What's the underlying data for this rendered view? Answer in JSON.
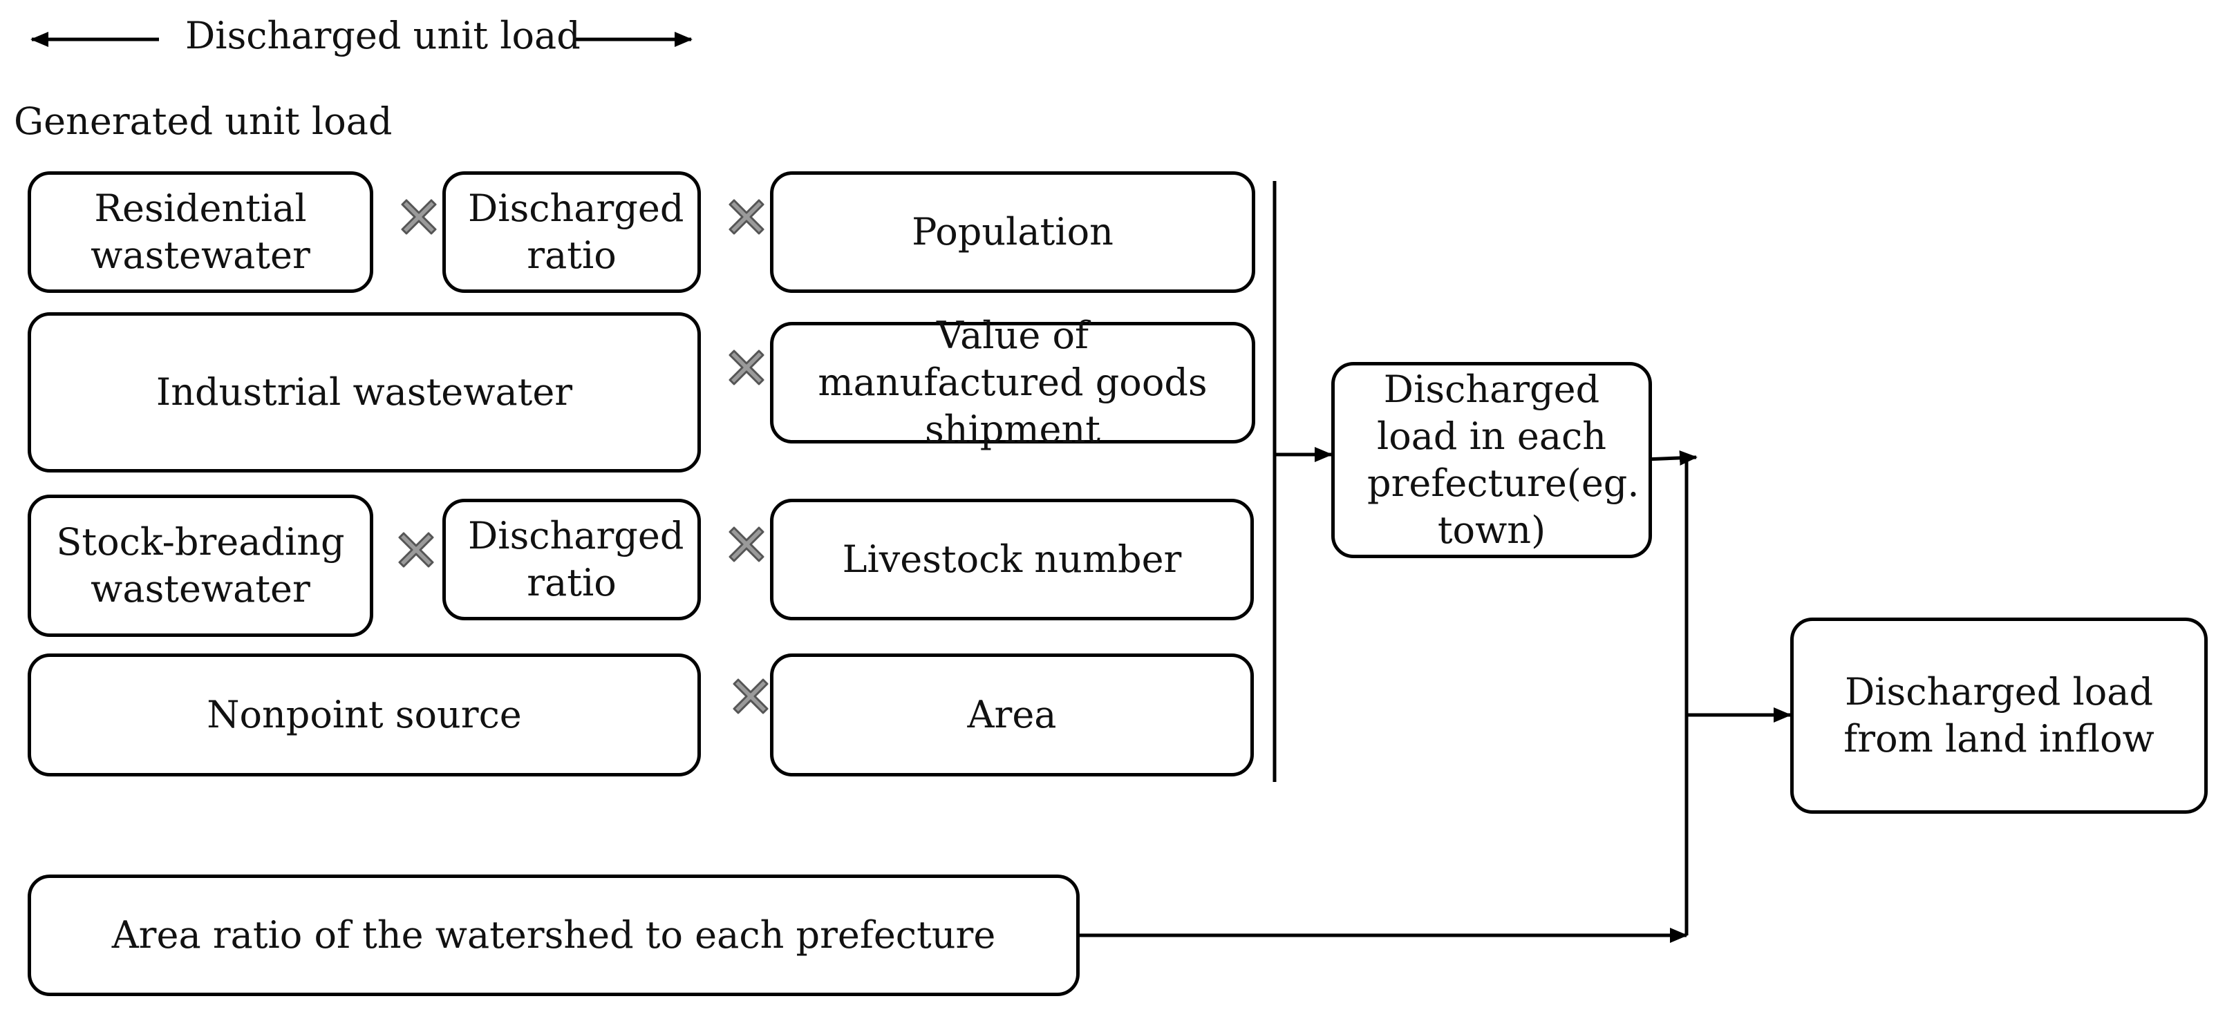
{
  "header": {
    "discharged_unit_load": "Discharged unit load",
    "generated_unit_load": "Generated unit load"
  },
  "rows": {
    "residential": {
      "source": "Residential wastewater",
      "ratio": "Discharged ratio",
      "indicator": "Population"
    },
    "industrial": {
      "source": "Industrial wastewater",
      "indicator": "Value of manufactured goods shipment"
    },
    "stock": {
      "source": "Stock-breading wastewater",
      "ratio": "Discharged ratio",
      "indicator": "Livestock number"
    },
    "nonpoint": {
      "source": "Nonpoint source",
      "indicator": "Area"
    }
  },
  "area_ratio": "Area ratio of the watershed to each prefecture",
  "prefecture_load": "Discharged load in each prefecture(eg. town)",
  "land_inflow_load": "Discharged load from land inflow",
  "operator": "×"
}
